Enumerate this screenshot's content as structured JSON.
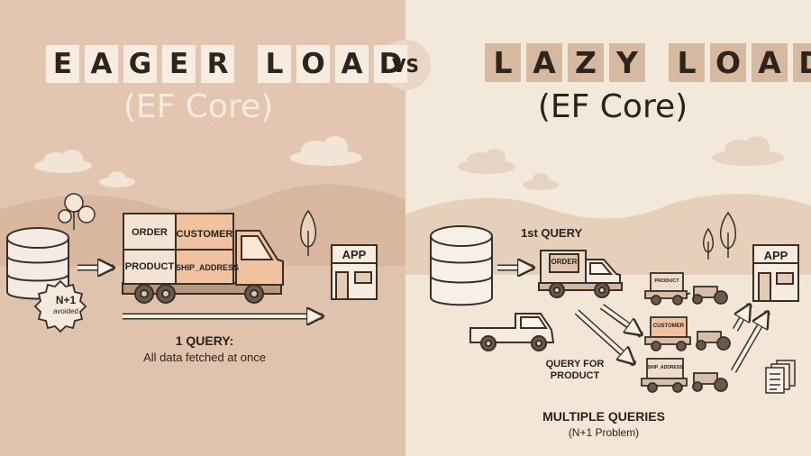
{
  "left": {
    "title_word1": [
      "E",
      "A",
      "G",
      "E",
      "R"
    ],
    "title_word2": [
      "L",
      "O",
      "A",
      "D"
    ],
    "subtitle": "(EF Core)",
    "truck_boxes": [
      "ORDER",
      "CUSTOMER",
      "PRODUCT",
      "SHIP_ADDRESS"
    ],
    "app_label": "APP",
    "badge_main": "N+1",
    "badge_sub": "avoided",
    "caption_title": "1 QUERY:",
    "caption_sub": "All data fetched at once"
  },
  "vs": "VS",
  "right": {
    "title_word1": [
      "L",
      "A",
      "Z",
      "Y"
    ],
    "title_word2": [
      "L",
      "O",
      "A",
      "D"
    ],
    "subtitle": "(EF Core)",
    "first_query": "1st QUERY",
    "truck_box": "ORDER",
    "app_label": "APP",
    "carts": [
      "PRODUCT",
      "CUSTOMER",
      "SHIP_ADDRESS"
    ],
    "query_for_line1": "QUERY FOR",
    "query_for_line2": "PRODUCT",
    "caption_title": "MULTIPLE QUERIES",
    "caption_sub": "(N+1 Problem)"
  },
  "colors": {
    "left_bg": "#e2c6b1",
    "right_bg": "#f3e9da",
    "ink": "#2b221b",
    "truck_orange": "#f1c2a0"
  }
}
